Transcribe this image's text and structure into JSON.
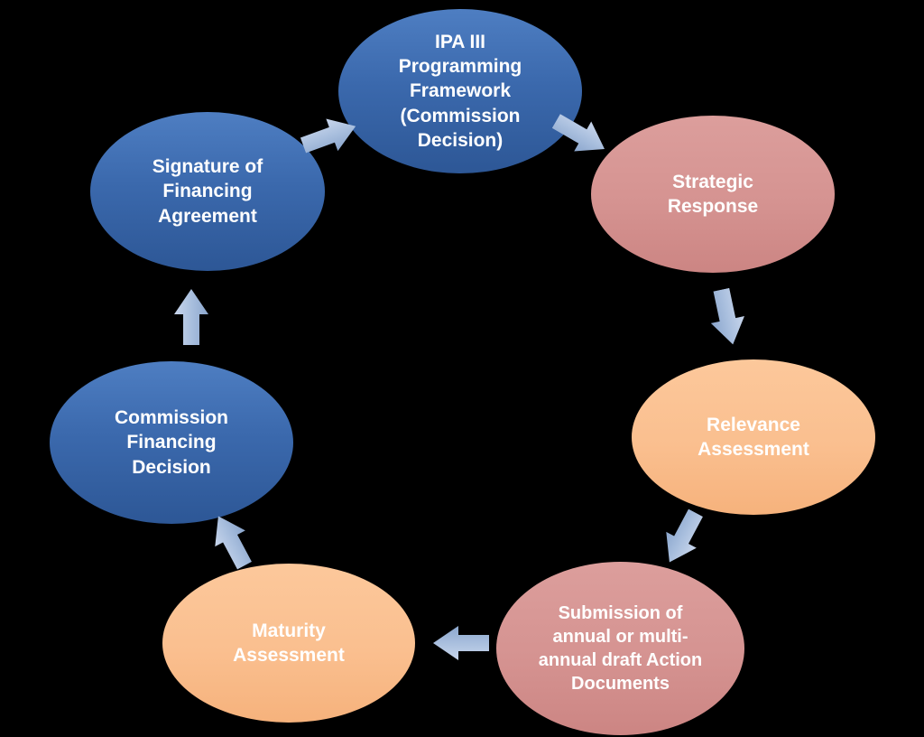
{
  "diagram": {
    "type": "cycle-diagram",
    "background": "#000000",
    "nodes": [
      {
        "id": "ipa-iii-programming-framework",
        "label": "IPA III Programming Framework (Commission Decision)",
        "color": "blue"
      },
      {
        "id": "strategic-response",
        "label": "Strategic Response",
        "color": "rose"
      },
      {
        "id": "relevance-assessment",
        "label": "Relevance Assessment",
        "color": "peach"
      },
      {
        "id": "submission-draft-action-documents",
        "label": "Submission of annual or multi-annual draft Action Documents",
        "color": "rose"
      },
      {
        "id": "maturity-assessment",
        "label": "Maturity Assessment",
        "color": "peach"
      },
      {
        "id": "commission-financing-decision",
        "label": "Commission Financing Decision",
        "color": "blue"
      },
      {
        "id": "signature-of-financing-agreement",
        "label": "Signature of Financing Agreement",
        "color": "blue"
      }
    ],
    "arrows": [
      {
        "from": "signature-of-financing-agreement",
        "to": "ipa-iii-programming-framework"
      },
      {
        "from": "ipa-iii-programming-framework",
        "to": "strategic-response"
      },
      {
        "from": "strategic-response",
        "to": "relevance-assessment"
      },
      {
        "from": "relevance-assessment",
        "to": "submission-draft-action-documents"
      },
      {
        "from": "submission-draft-action-documents",
        "to": "maturity-assessment"
      },
      {
        "from": "maturity-assessment",
        "to": "commission-financing-decision"
      },
      {
        "from": "commission-financing-decision",
        "to": "signature-of-financing-agreement"
      }
    ],
    "colors": {
      "node_blue": "#3B69AD",
      "node_rose": "#D59391",
      "node_peach": "#FABF8F",
      "arrow": "#A9BFDE",
      "text": "#FFFFFF",
      "background": "#000000"
    }
  }
}
